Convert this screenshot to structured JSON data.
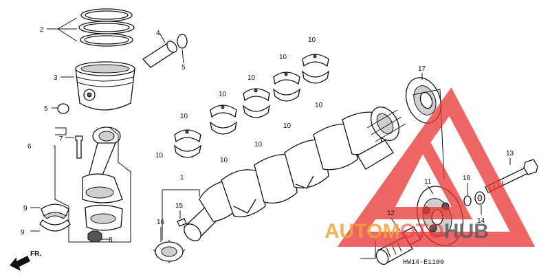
{
  "callouts": [
    {
      "id": "c2",
      "text": "2"
    },
    {
      "id": "c3",
      "text": "3"
    },
    {
      "id": "c4",
      "text": "4"
    },
    {
      "id": "c5a",
      "text": "5"
    },
    {
      "id": "c5b",
      "text": "5"
    },
    {
      "id": "c6",
      "text": "6"
    },
    {
      "id": "c7",
      "text": "7"
    },
    {
      "id": "c8",
      "text": "8"
    },
    {
      "id": "c9a",
      "text": "9"
    },
    {
      "id": "c9b",
      "text": "9"
    },
    {
      "id": "c10",
      "text": "10"
    },
    {
      "id": "c1",
      "text": "1"
    },
    {
      "id": "c11",
      "text": "11"
    },
    {
      "id": "c12",
      "text": "12"
    },
    {
      "id": "c13",
      "text": "13"
    },
    {
      "id": "c14",
      "text": "14"
    },
    {
      "id": "c15",
      "text": "15"
    },
    {
      "id": "c16",
      "text": "16"
    },
    {
      "id": "c17",
      "text": "17"
    },
    {
      "id": "c18",
      "text": "18"
    }
  ],
  "fr_label": "FR.",
  "diagram_code": "HW14-E1100",
  "watermark": {
    "text_left": "AUTOM",
    "text_mid": "OTO",
    "text_right": "HUB",
    "color_orange": "#f2a13a",
    "color_red": "#e8342f",
    "color_grey": "#5a5a5a"
  }
}
